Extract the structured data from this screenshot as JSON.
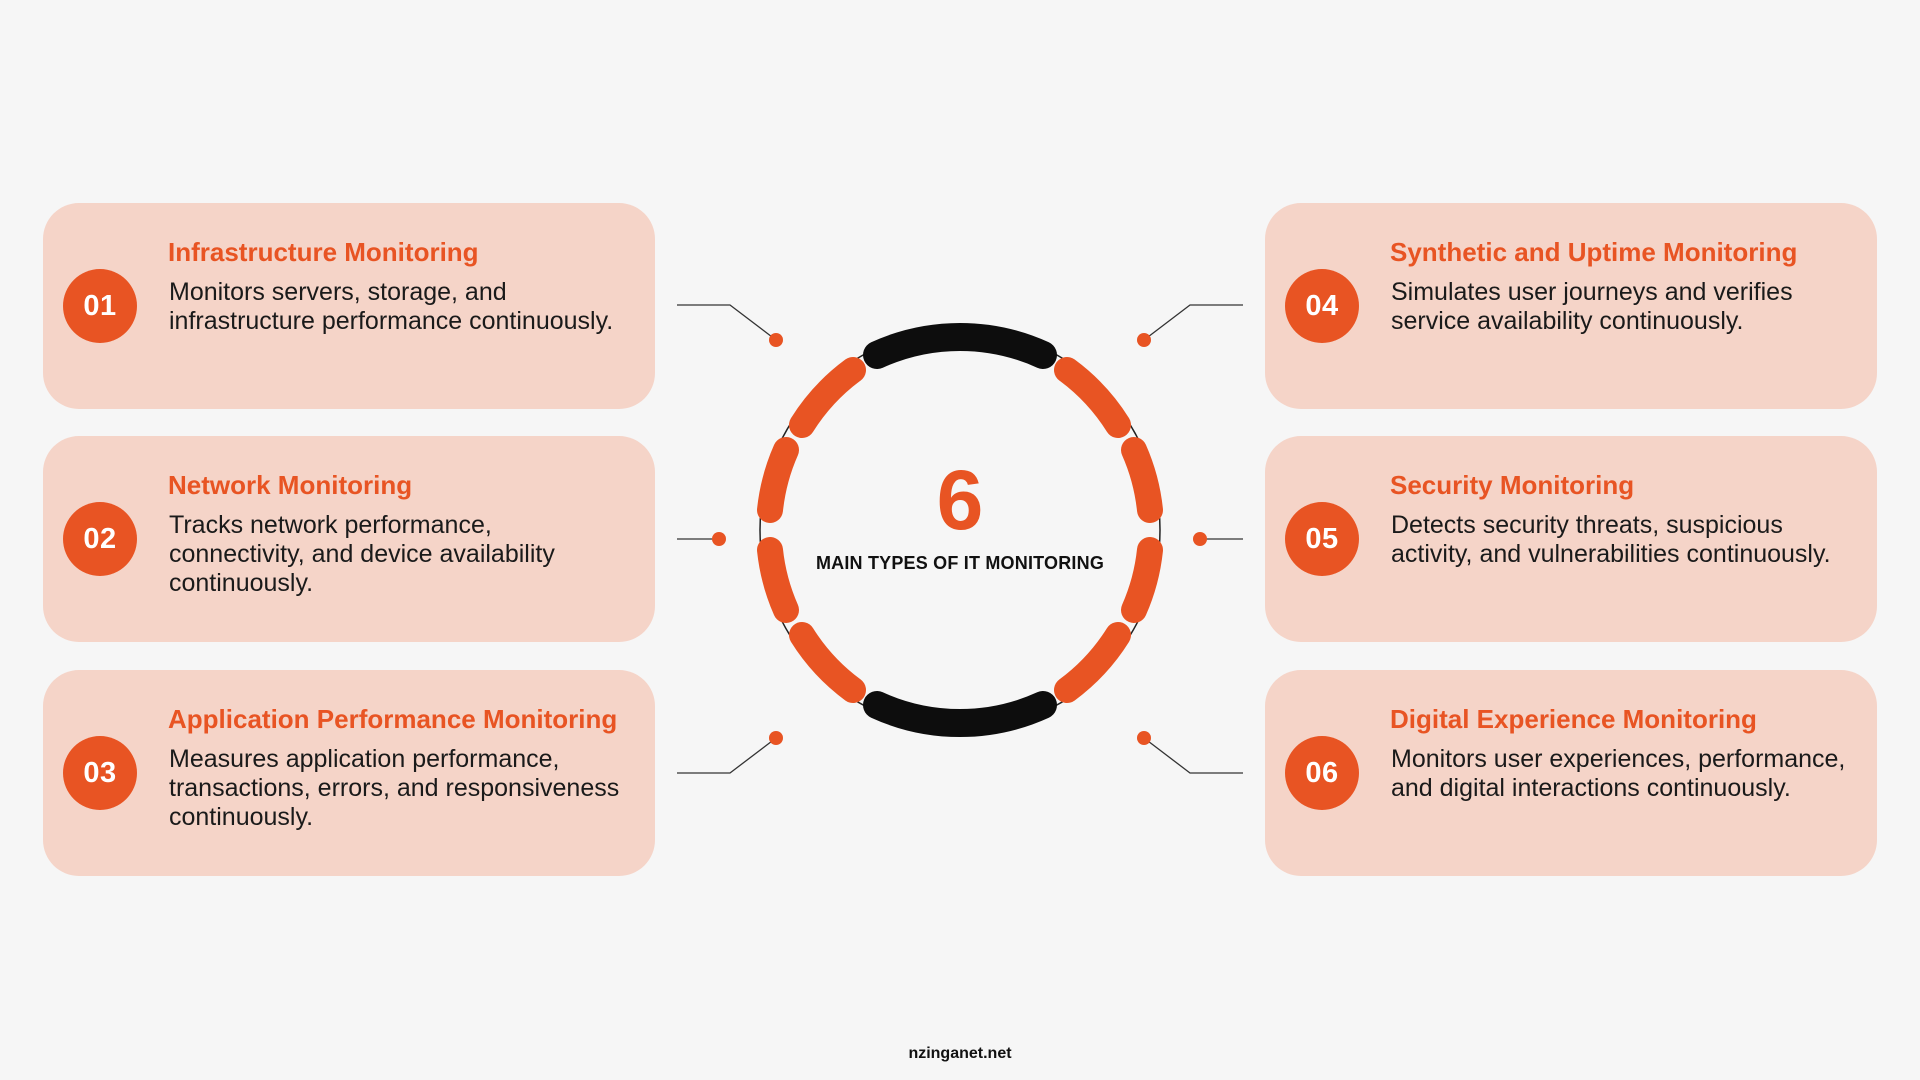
{
  "center": {
    "number": "6",
    "caption": "MAIN TYPES OF IT MONITORING"
  },
  "cards": [
    {
      "number": "01",
      "title": "Infrastructure Monitoring",
      "description": "Monitors servers, storage, and infrastructure performance continuously."
    },
    {
      "number": "02",
      "title": "Network Monitoring",
      "description": "Tracks network performance, connectivity, and device availability continuously."
    },
    {
      "number": "03",
      "title": "Application Performance Monitoring",
      "description": "Measures application performance, transactions, errors, and responsiveness continuously."
    },
    {
      "number": "04",
      "title": "Synthetic and Uptime Monitoring",
      "description": "Simulates user journeys and verifies service availability continuously."
    },
    {
      "number": "05",
      "title": "Security Monitoring",
      "description": "Detects security threats, suspicious activity, and vulnerabilities continuously."
    },
    {
      "number": "06",
      "title": "Digital Experience Monitoring",
      "description": "Monitors user experiences, performance, and digital interactions continuously."
    }
  ],
  "footer": {
    "site": "nzinganet.net"
  },
  "colors": {
    "accent": "#e85423",
    "card_background": "#f5d4c8",
    "ring_dark": "#0d0d0d",
    "page_background": "#f6f6f6"
  }
}
